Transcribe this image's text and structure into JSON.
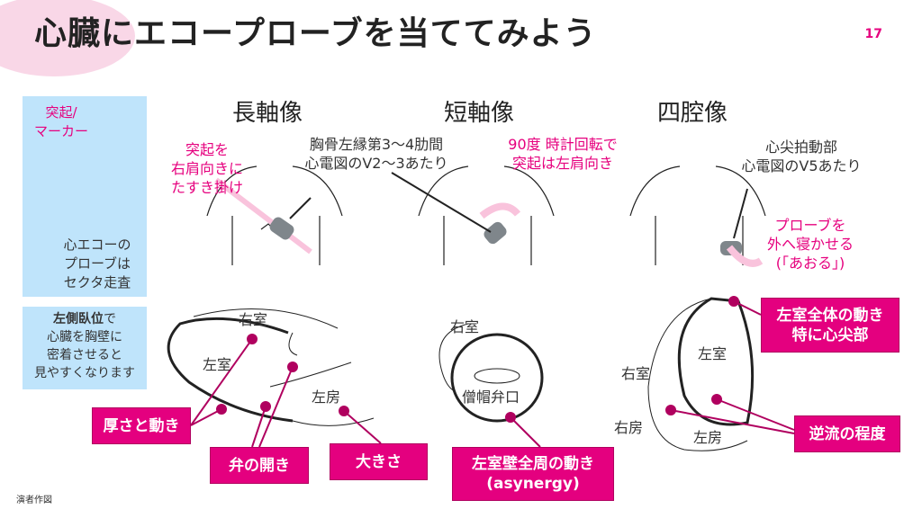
{
  "title": "心臓にエコープローブを当ててみよう",
  "page_number": "17",
  "probe_box": {
    "marker_label": [
      "突起/",
      "マーカー"
    ],
    "caption": [
      "心エコーの",
      "プローブは",
      "セクタ走査"
    ]
  },
  "position_box": {
    "bold": "左側臥位",
    "rest": "で",
    "lines": [
      "心臓を胸壁に",
      "密着させると",
      "見やすくなります"
    ]
  },
  "views": [
    {
      "heading": "長軸像",
      "pink_note": [
        "突起を",
        "右肩向きに",
        "たすき掛け"
      ],
      "note": [
        "胸骨左縁第3～4肋間",
        "心電図のV2～3あたり"
      ]
    },
    {
      "heading": "短軸像",
      "pink_note": [
        "90度 時計回転で",
        "突起は左肩向き"
      ]
    },
    {
      "heading": "四腔像",
      "note": [
        "心尖拍動部",
        "心電図のV5あたり"
      ],
      "pink_note": [
        "プローブを",
        "外へ寝かせる",
        "(「あおる」)"
      ]
    }
  ],
  "anatomy": {
    "rv": "右室",
    "lv": "左室",
    "la": "左房",
    "avalve": "僧帽弁口",
    "ra": "右房"
  },
  "tags": {
    "thickness": "厚さと動き",
    "valve": "弁の開き",
    "size": "大きさ",
    "wall": [
      "左室壁全周の動き",
      "(asynergy)"
    ],
    "apex": [
      "左室全体の動き",
      "特に心尖部"
    ],
    "regurg": "逆流の程度"
  },
  "credit": "演者作図",
  "colors": {
    "accent": "#e4007f",
    "panel": "#bfe4fb"
  }
}
